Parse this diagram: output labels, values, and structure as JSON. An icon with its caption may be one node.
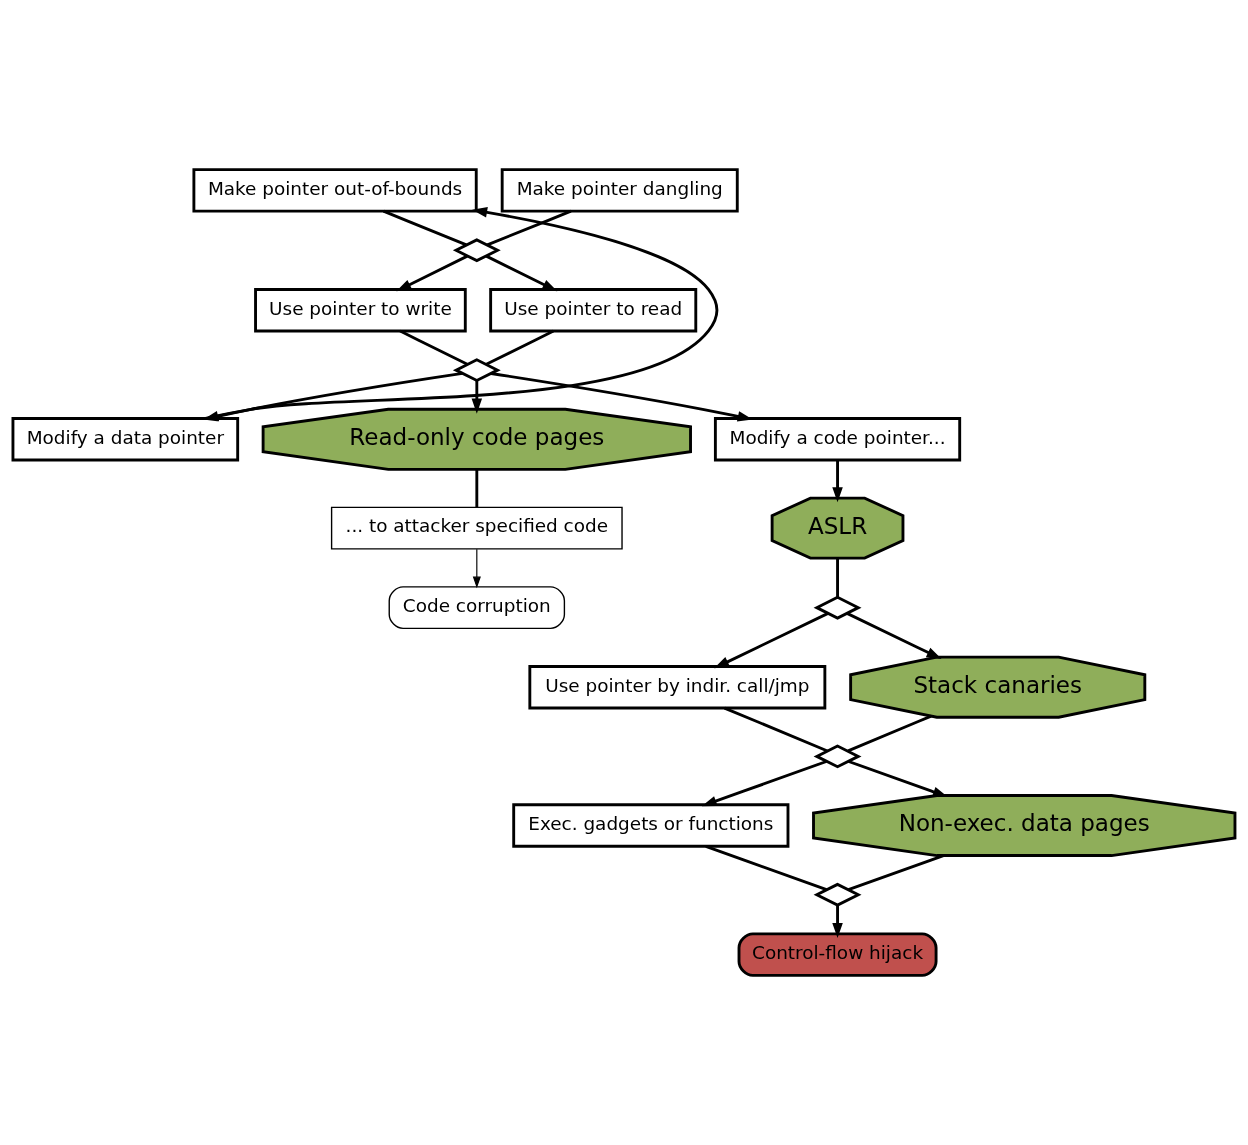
{
  "diagram": {
    "nodes": [
      {
        "text": [
          "Make pointer out-of-bounds"
        ]
      },
      {
        "text": [
          "Make pointer dangling"
        ]
      },
      {
        "text": [],
        "shape": "diamond"
      },
      {
        "text": [
          "Use pointer to write"
        ]
      },
      {
        "text": [
          "Use pointer to read"
        ]
      },
      {
        "text": [],
        "shape": "diamond"
      },
      {
        "text": [
          "Modify a data pointer"
        ]
      },
      {
        "text": [
          "Read-only code pages"
        ]
      },
      {
        "text": [
          "Modify a code pointer..."
        ]
      },
      {
        "text": [
          "... to attacker specified code"
        ]
      },
      {
        "text": [
          "ASLR"
        ]
      },
      {
        "text": [],
        "shape": "diamond"
      },
      {
        "text": [
          "Use pointer by indir. call/jmp"
        ]
      },
      {
        "text": [
          "Stack canaries"
        ]
      },
      {
        "text": [],
        "shape": "diamond"
      },
      {
        "text": [
          "Exec. gadgets or functions"
        ]
      },
      {
        "text": [
          "Non-exec. data pages"
        ]
      },
      {
        "text": [],
        "shape": "diamond"
      },
      {
        "text": [
          "Code corruption"
        ]
      },
      {
        "text": [
          "Control-flow hijack"
        ]
      }
    ],
    "edges": [
      {
        "from": 0,
        "to": 2,
        "arrow": "none"
      },
      {
        "from": 1,
        "to": 2,
        "arrow": "none"
      },
      {
        "from": 2,
        "to": 3,
        "arrow": "to"
      },
      {
        "from": 2,
        "to": 4,
        "arrow": "to"
      },
      {
        "from": 3,
        "to": 5,
        "arrow": "none"
      },
      {
        "from": 4,
        "to": 5,
        "arrow": "none"
      },
      {
        "from": 5,
        "to": 6,
        "arrow": "to"
      },
      {
        "from": 5,
        "to": 7,
        "arrow": "to"
      },
      {
        "from": 5,
        "to": 8,
        "arrow": "to"
      },
      {
        "from": 6,
        "to": 0,
        "arrow": "to"
      },
      {
        "from": 7,
        "to": 9,
        "arrow": "none"
      },
      {
        "from": 9,
        "to": 18,
        "arrow": "to"
      },
      {
        "from": 8,
        "to": 10,
        "arrow": "to"
      },
      {
        "from": 10,
        "to": 11,
        "arrow": "none"
      },
      {
        "from": 11,
        "to": 12,
        "arrow": "to"
      },
      {
        "from": 11,
        "to": 13,
        "arrow": "to"
      },
      {
        "from": 12,
        "to": 14,
        "arrow": "none"
      },
      {
        "from": 13,
        "to": 14,
        "arrow": "none"
      },
      {
        "from": 14,
        "to": 15,
        "arrow": "to"
      },
      {
        "from": 14,
        "to": 16,
        "arrow": "to"
      },
      {
        "from": 15,
        "to": 17,
        "arrow": "none"
      },
      {
        "from": 16,
        "to": 17,
        "arrow": "none"
      },
      {
        "from": 17,
        "to": 19,
        "arrow": "to"
      }
    ]
  }
}
